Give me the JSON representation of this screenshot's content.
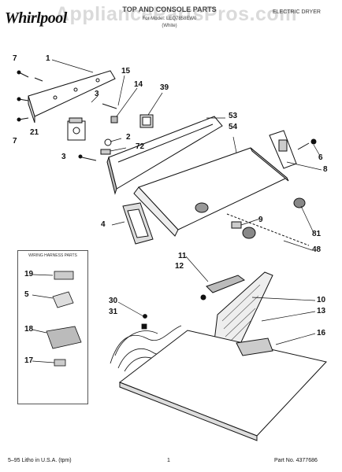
{
  "header": {
    "brand": "Whirlpool",
    "title": "TOP AND CONSOLE PARTS",
    "model_line": "For Model: LEQ7858EW0",
    "color_line": "(White)",
    "product_type": "ELECTRIC DRYER",
    "watermark": "AppliancePartsPros.com"
  },
  "inset_box": {
    "title": "WIRING HARNESS PARTS",
    "callouts": [
      "19",
      "5",
      "18",
      "17"
    ]
  },
  "callouts": {
    "c7a": "7",
    "c1": "1",
    "c3a": "3",
    "c7b": "7",
    "c21": "21",
    "c15": "15",
    "c14": "14",
    "c39": "39",
    "c2": "2",
    "c72": "72",
    "c3b": "3",
    "c53": "53",
    "c54": "54",
    "c6": "6",
    "c8": "8",
    "c9": "9",
    "c81": "81",
    "c48": "48",
    "c4": "4",
    "c11": "11",
    "c12": "12",
    "c10": "10",
    "c30": "30",
    "c31": "31",
    "c13": "13",
    "c16": "16"
  },
  "footer": {
    "left": "5–95 Litho in U.S.A. (tpm)",
    "page": "1",
    "part_no": "Part No. 4377686"
  }
}
